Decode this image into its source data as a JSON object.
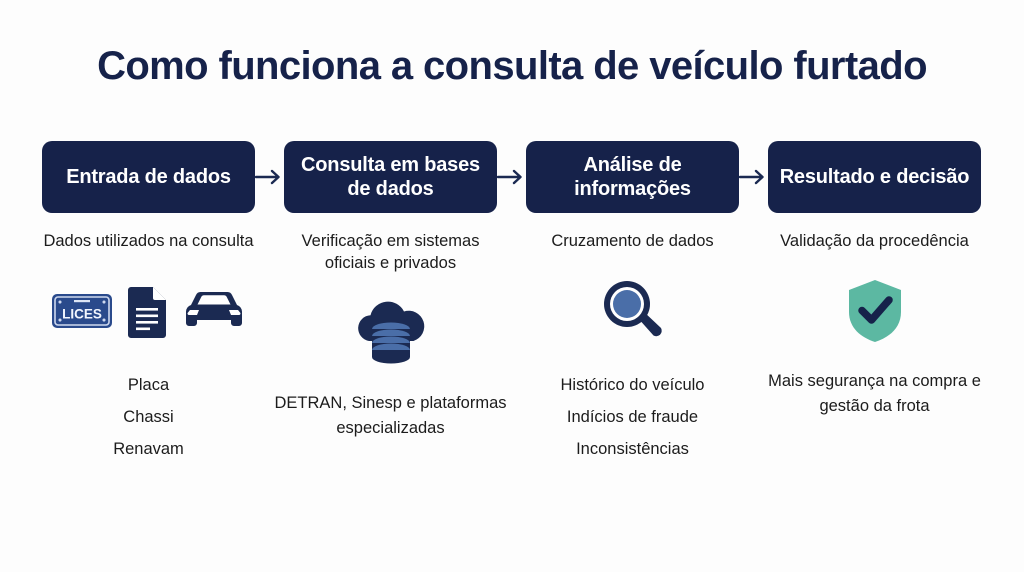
{
  "title": "Como funciona a consulta de veículo furtado",
  "colors": {
    "navy": "#16224a",
    "navy_deep": "#1b2a52",
    "blue_accent": "#4a6ea8",
    "teal": "#5cb8a2",
    "background": "#fdfdfd",
    "text": "#1c1c1c",
    "box_text": "#ffffff"
  },
  "arrow_glyph": "→",
  "steps": [
    {
      "box_label": "Entrada de dados",
      "caption": "Dados utilizados na consulta",
      "icons": [
        {
          "name": "license-plate-icon",
          "plate_text": "LICES"
        },
        {
          "name": "document-icon"
        },
        {
          "name": "car-front-icon"
        }
      ],
      "bullets": [
        "Placa",
        "Chassi",
        "Renavam"
      ]
    },
    {
      "box_label": "Consulta em bases de dados",
      "caption": "Verificação em sistemas oficiais e privados",
      "icons": [
        {
          "name": "cloud-database-icon"
        }
      ],
      "bullets": [
        "DETRAN, Sinesp e plataformas especializadas"
      ]
    },
    {
      "box_label": "Análise de informações",
      "caption": "Cruzamento de dados",
      "icons": [
        {
          "name": "magnifying-glass-icon"
        }
      ],
      "bullets": [
        "Histórico do veículo",
        "Indícios de fraude",
        "Inconsistências"
      ]
    },
    {
      "box_label": "Resultado e decisão",
      "caption": "Validação da procedência",
      "icons": [
        {
          "name": "shield-check-icon"
        }
      ],
      "bullets": [
        "Mais segurança na compra e gestão da frota"
      ]
    }
  ]
}
